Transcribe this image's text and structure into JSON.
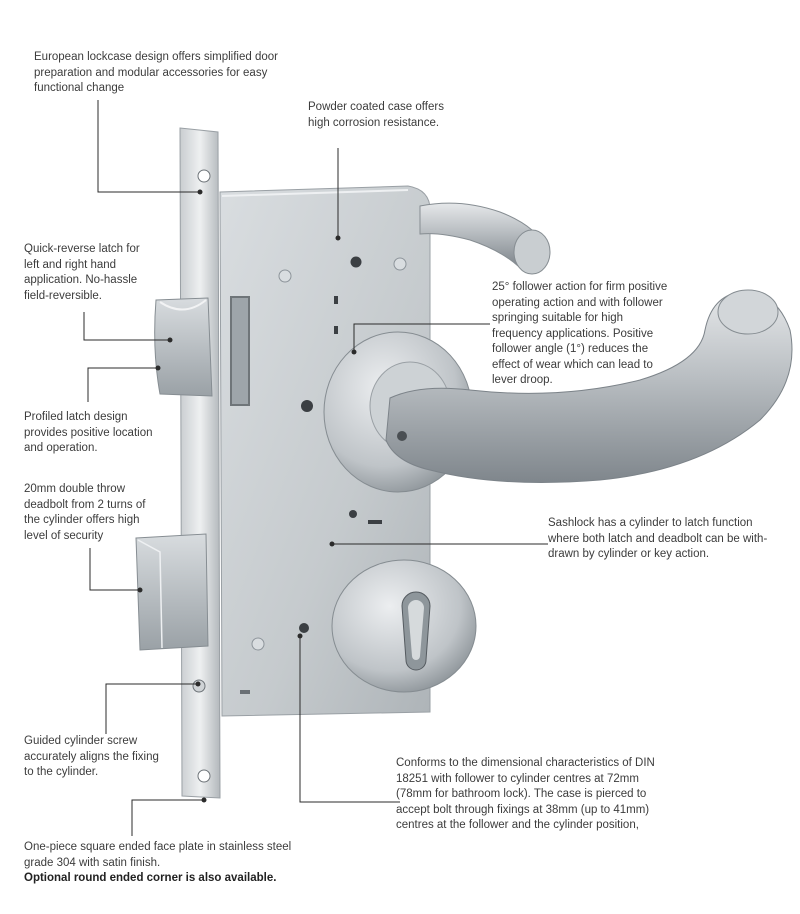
{
  "callouts": {
    "lockcase": "European lockcase design offers simplified door preparation and modular accessories for easy functional change",
    "powder": "Powder coated case offers high corrosion resistance.",
    "latch_reverse": "Quick-reverse latch for left and right hand application. No-hassle field-reversible.",
    "follower": "25° follower action for firm positive operating action and with follower springing suitable for high frequency applications. Positive follower angle (1°) reduces the effect of wear which can lead to lever droop.",
    "profiled": "Profiled latch design provides positive location and operation.",
    "deadbolt": "20mm double throw deadbolt from 2 turns of the cylinder offers high level of security",
    "sashlock": "Sashlock has a cylinder to latch function where both latch and deadbolt can be with-drawn by cylinder or key action.",
    "guided": "Guided cylinder screw accurately aligns the fixing to the cylinder.",
    "din": "Conforms to the dimensional characteristics of DIN 18251 with follower to cylinder centres at 72mm (78mm for bathroom lock). The case is pierced to accept bolt through fixings at 38mm (up to 41mm) centres at the follower and the cylinder position,",
    "faceplate": "One-piece square ended face plate in stainless steel grade 304 with satin finish.",
    "faceplate_bold": "Optional round ended corner is also available."
  },
  "colors": {
    "steel_light": "#e3e6e8",
    "steel_mid": "#c4c9cd",
    "steel_dark": "#8d949a",
    "text": "#3c3c3c",
    "leader": "#2b2b2b"
  }
}
